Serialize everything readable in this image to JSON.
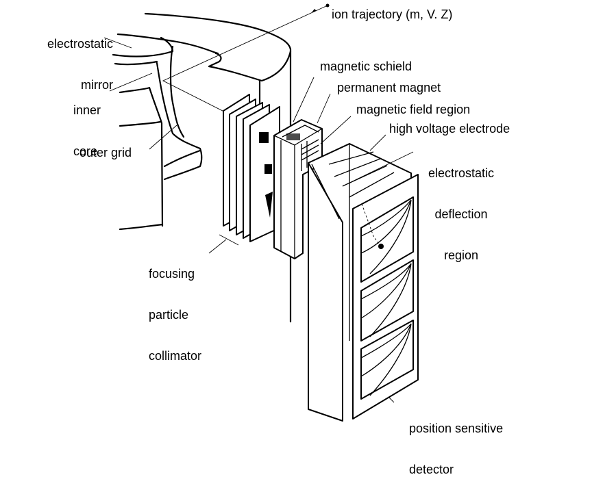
{
  "figure": {
    "title": "Time-of-flight mass spectrometer schematic",
    "labels": {
      "electrostatic_mirror": [
        "electrostatic",
        "mirror"
      ],
      "inner_core": [
        "inner",
        "core"
      ],
      "outer_grid": "outer grid",
      "ion_trajectory": "ion trajectory (m, V. Z)",
      "magnetic_shield": "magnetic schield",
      "permanent_magnet": "permanent magnet",
      "magnetic_field_region": "magnetic field region",
      "high_voltage_electrode": "high voltage electrode",
      "electrostatic_deflection_region": [
        "electrostatic",
        "deflection",
        "region"
      ],
      "focusing_particle_collimator": [
        "focusing",
        "particle",
        "collimator"
      ],
      "position_sensitive_detector": [
        "position sensitive",
        "detector"
      ]
    },
    "colors": {
      "ink": "#000000",
      "background": "#ffffff"
    }
  }
}
